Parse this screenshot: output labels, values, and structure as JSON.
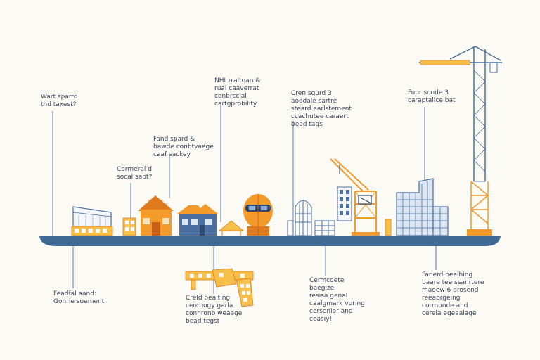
{
  "colors": {
    "background": "#fbfaf5",
    "ground": "#3f6a96",
    "leader_line": "#5a7fa8",
    "orange": "#f39a2b",
    "orange_dark": "#e07a1f",
    "yellow": "#f6c04a",
    "blue": "#4b6fa0",
    "blue_light": "#8fb0d6",
    "navy": "#2f4b72",
    "text": "#3e4756"
  },
  "annotations": {
    "top_1": "Wart sparrd\nthd taxest?",
    "top_2": "Cormeral d\nsocal sapt?",
    "top_3": "Fand spard &\nbawde conbtvaege\ncaaf sackey",
    "top_4": "NHt rraltoan &\nrual caaverrat\nconbrccial\ncartgprobility",
    "top_5": "Cren sgurd 3\naoodale sartre\nsteard earlstement\nccachutee caraert\nbead tags",
    "top_6": "Fuor soode 3\ncaraptalice bat",
    "bottom_1": "Feadfal aand:\nGonrie suement",
    "bottom_2": "Creld bealting\nceoroogy garla\nconnronb weaage\nbead tegst",
    "bottom_3": "Cermcdete\nbaegize\nresisa genal\ncaalgmark vuring\ncersenior and\nceasiy!",
    "bottom_4": "Fanerd bealhing\nbaare tee ssanrtere\nmaoew 6 prosend\nreeabrgeing\ncorrnonde and\ncerela egeaalage"
  }
}
